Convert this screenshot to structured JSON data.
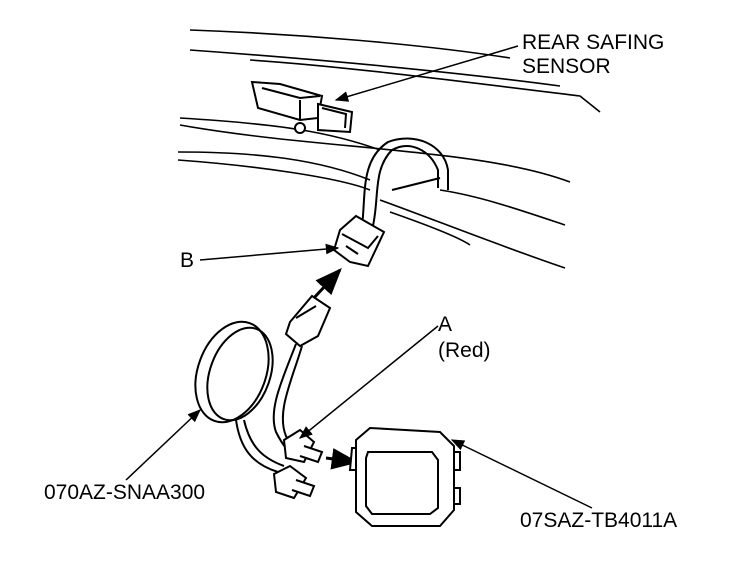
{
  "labels": {
    "rear_safing_sensor_line1": "REAR SAFING",
    "rear_safing_sensor_line2": "SENSOR",
    "connector_b": "B",
    "connector_a": "A",
    "connector_a_color": "(Red)",
    "harness_part_no": "070AZ-SNAA300",
    "tester_part_no": "07SAZ-TB4011A"
  }
}
